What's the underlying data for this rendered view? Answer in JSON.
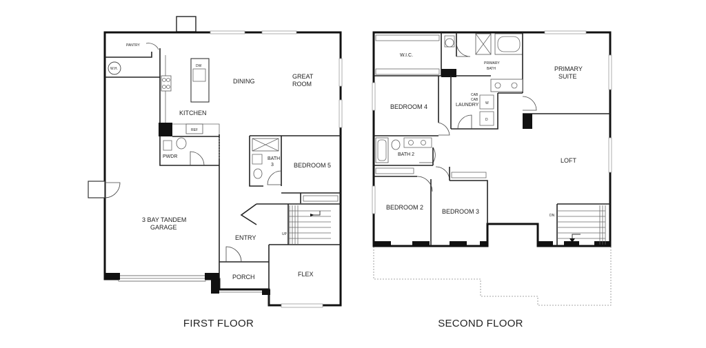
{
  "floors": [
    {
      "caption": "FIRST FLOOR",
      "rooms": {
        "pantry": "PANTRY",
        "wh": "W.H.",
        "dw": "DW",
        "dining": "DINING",
        "great_room_1": "GREAT",
        "great_room_2": "ROOM",
        "kitchen": "KITCHEN",
        "ref": "REF",
        "pwdr": "PWDR",
        "bath3_1": "BATH",
        "bath3_2": "3",
        "bedroom5": "BEDROOM 5",
        "garage_1": "3 BAY TANDEM",
        "garage_2": "GARAGE",
        "entry": "ENTRY",
        "up": "UP",
        "porch": "PORCH",
        "flex": "FLEX"
      }
    },
    {
      "caption": "SECOND FLOOR",
      "rooms": {
        "wic": "W.I.C.",
        "primary_bath_1": "PRIMARY",
        "primary_bath_2": "BATH",
        "primary_suite_1": "PRIMARY",
        "primary_suite_2": "SUITE",
        "bedroom4": "BEDROOM 4",
        "laundry": "LAUNDRY",
        "cab": "CAB",
        "w": "W",
        "d": "D",
        "bath2": "BATH 2",
        "loft": "LOFT",
        "bedroom2": "BEDROOM 2",
        "bedroom3": "BEDROOM 3",
        "dn": "DN"
      }
    }
  ]
}
